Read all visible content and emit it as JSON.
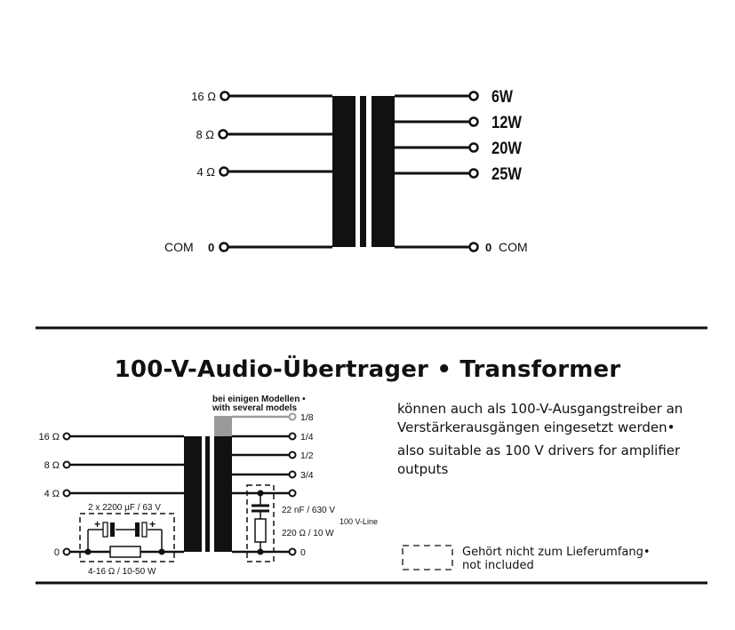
{
  "top_diagram": {
    "primary_taps": [
      "16 Ω",
      "8 Ω",
      "4 Ω"
    ],
    "com_left": "COM",
    "zero_left": "0",
    "secondary_taps": [
      "6W",
      "12W",
      "20W",
      "25W"
    ],
    "zero_right": "0",
    "com_right": "COM"
  },
  "title": "100-V-Audio-Übertrager • Transformer",
  "bottom_diagram": {
    "note": "bei einigen Modellen •",
    "note2": "with several models",
    "primary_taps": [
      "16 Ω",
      "8 Ω",
      "4 Ω",
      "0"
    ],
    "secondary_taps": [
      "1/8",
      "1/4",
      "1/2",
      "3/4",
      "0"
    ],
    "capacitors": "2 x 2200 µF / 63 V",
    "plus": "+",
    "resistor_range": "4-16 Ω / 10-50 W",
    "cap_rc": "22 nF / 630 V",
    "res_rc": "220 Ω / 10 W",
    "line": "100 V-Line"
  },
  "description_de": "können auch als 100-V-Ausgangstreiber an Verstärkerausgängen eingesetzt werden•",
  "description_en": "also suitable as 100 V drivers for amplifier outputs",
  "legend": {
    "de": "Gehört nicht zum Lieferumfang•",
    "en": "not included"
  },
  "colors": {
    "ink": "#111111",
    "grey": "#9a9a9a"
  }
}
